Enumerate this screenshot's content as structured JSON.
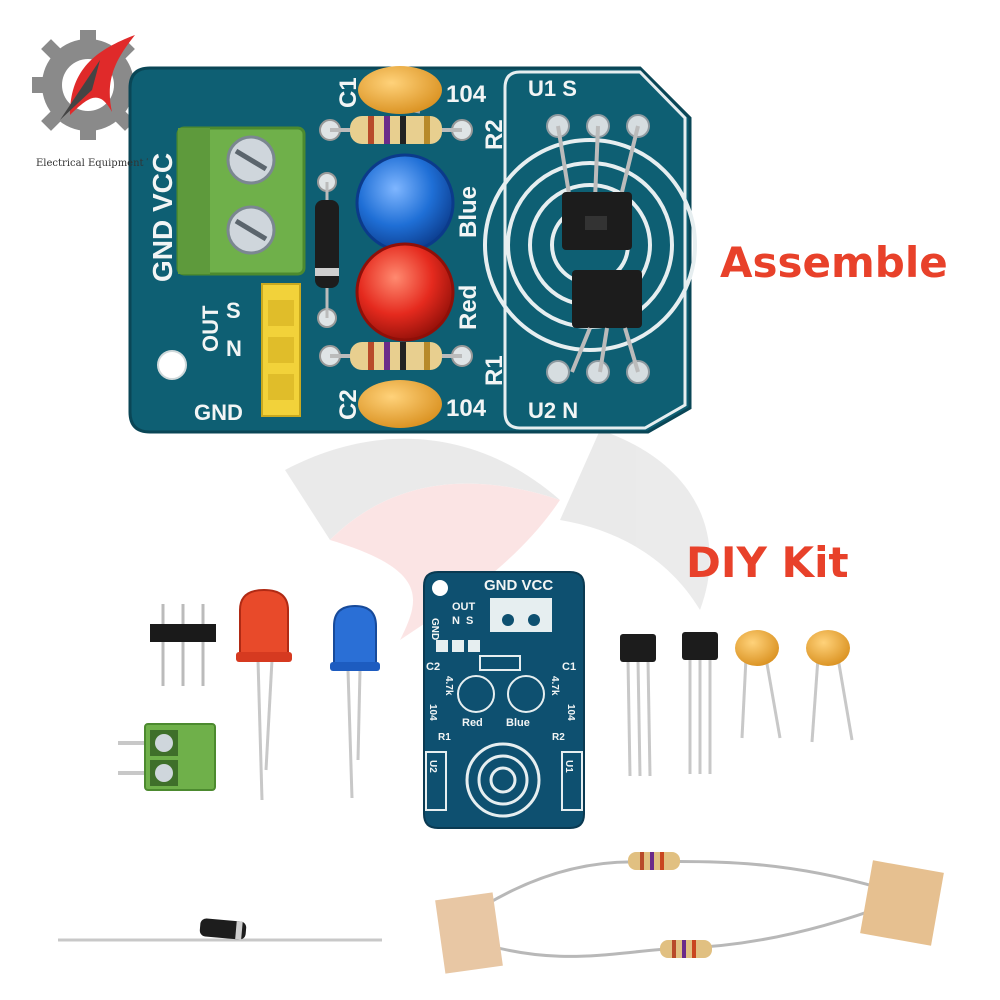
{
  "captions": {
    "assemble": "Assemble",
    "diy_kit": "DIY Kit"
  },
  "logo": {
    "text": "Electrical Equipment To"
  },
  "board_labels": {
    "gnd_vcc": "GND VCC",
    "c1": "C1",
    "c2": "C2",
    "cap1_value": "104",
    "cap2_value": "104",
    "r1": "R1",
    "r2": "R2",
    "blue": "Blue",
    "red": "Red",
    "u1_s": "U1  S",
    "u2_n": "U2  N",
    "out": "OUT",
    "s": "S",
    "n": "N",
    "gnd": "GND"
  },
  "kit_board_labels": {
    "gnd_vcc": "GND VCC",
    "gnd": "GND",
    "out": "OUT",
    "n": "N",
    "s": "S",
    "c1": "C1",
    "c2": "C2",
    "r_value_1": "4.7k",
    "r_value_2": "4.7k",
    "cap_value_1": "104",
    "cap_value_2": "104",
    "r1": "R1",
    "r2": "R2",
    "red": "Red",
    "blue": "Blue",
    "u1": "U1",
    "u2": "U2"
  },
  "colors": {
    "pcb": "#0e5f73",
    "caption": "#e8412a",
    "terminal": "#6fb04a",
    "header": "#f2d23a",
    "capacitor": "#e8a52e",
    "led_red": "#e52a1e",
    "led_blue": "#1f6fd6"
  }
}
